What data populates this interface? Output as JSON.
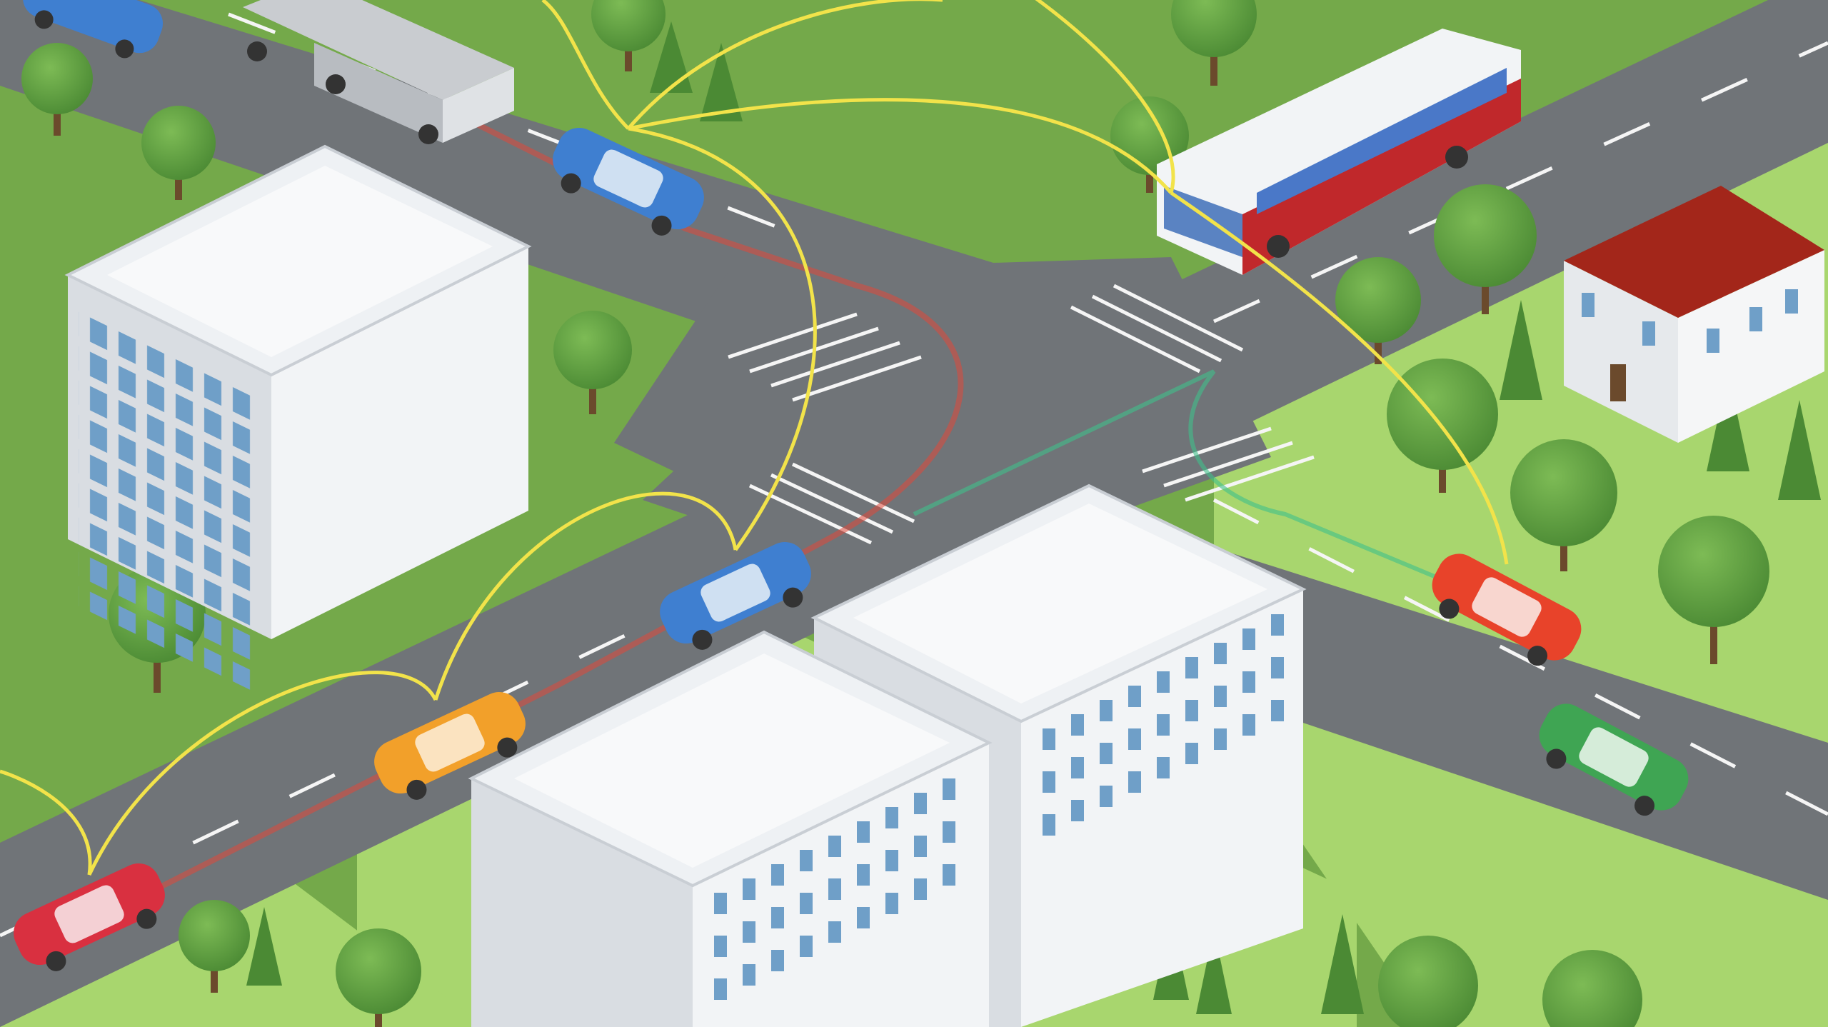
{
  "scene": {
    "description_icon": "v2x-connected-vehicles-illustration",
    "colors": {
      "grass_dark": "#74a94a",
      "grass_light": "#a8d66e",
      "road": "#707478",
      "road_line": "#f5f5f5",
      "v2v_link": "#f2e34a",
      "trail_red": "#e0483a",
      "trail_green": "#3fbf8a",
      "building_wall": "#f2f4f6",
      "building_side": "#d9dde2",
      "window": "#6f9fc8",
      "roof_red": "#a3261a",
      "tree": "#5f9c3f",
      "tree_trunk": "#6b4a2c"
    },
    "vehicles": [
      {
        "type": "car",
        "color": "#3f7fd0",
        "icon": "car-icon"
      },
      {
        "type": "car",
        "color": "#3f7fd0",
        "icon": "car-icon"
      },
      {
        "type": "car",
        "color": "#f2a02a",
        "icon": "car-icon"
      },
      {
        "type": "car",
        "color": "#d93040",
        "icon": "car-icon"
      },
      {
        "type": "car",
        "color": "#e8432a",
        "icon": "car-icon"
      },
      {
        "type": "car",
        "color": "#3fa553",
        "icon": "car-icon"
      },
      {
        "type": "bus",
        "color": "#c0282b",
        "icon": "bus-icon"
      },
      {
        "type": "truck",
        "color": "#c9ccd0",
        "icon": "truck-icon"
      }
    ]
  }
}
